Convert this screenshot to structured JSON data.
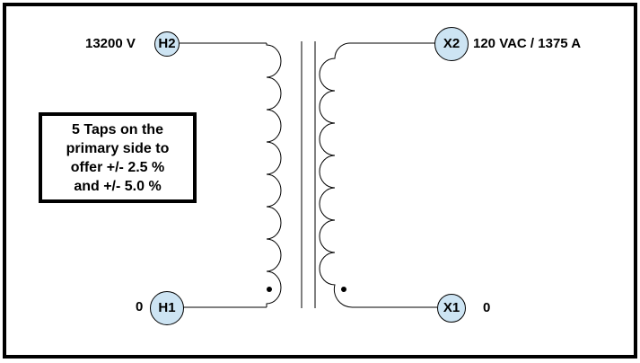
{
  "nodes": {
    "h2": "H2",
    "h1": "H1",
    "x2": "X2",
    "x1": "X1"
  },
  "labels": {
    "h2_value": "13200 V",
    "h1_value": "0",
    "x2_value": "120 VAC / 1375 A",
    "x1_value": "0"
  },
  "note": {
    "lines": [
      "5 Taps on the",
      "primary side to",
      "offer +/- 2.5 %",
      "and +/- 5.0 %"
    ]
  },
  "colors": {
    "node_fill": "#cde4f3",
    "border": "#000000"
  }
}
